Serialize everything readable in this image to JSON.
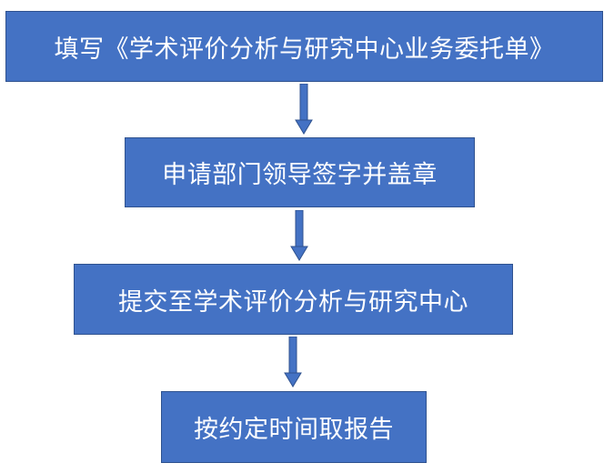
{
  "flowchart": {
    "steps": [
      {
        "label": "填写《学术评价分析与研究中心业务委托单》"
      },
      {
        "label": "申请部门领导签字并盖章"
      },
      {
        "label": "提交至学术评价分析与研究中心"
      },
      {
        "label": "按约定时间取报告"
      }
    ],
    "colors": {
      "box_fill": "#4472C4",
      "box_border": "#2F528F",
      "text": "#ffffff",
      "arrow": "#4472C4"
    }
  }
}
